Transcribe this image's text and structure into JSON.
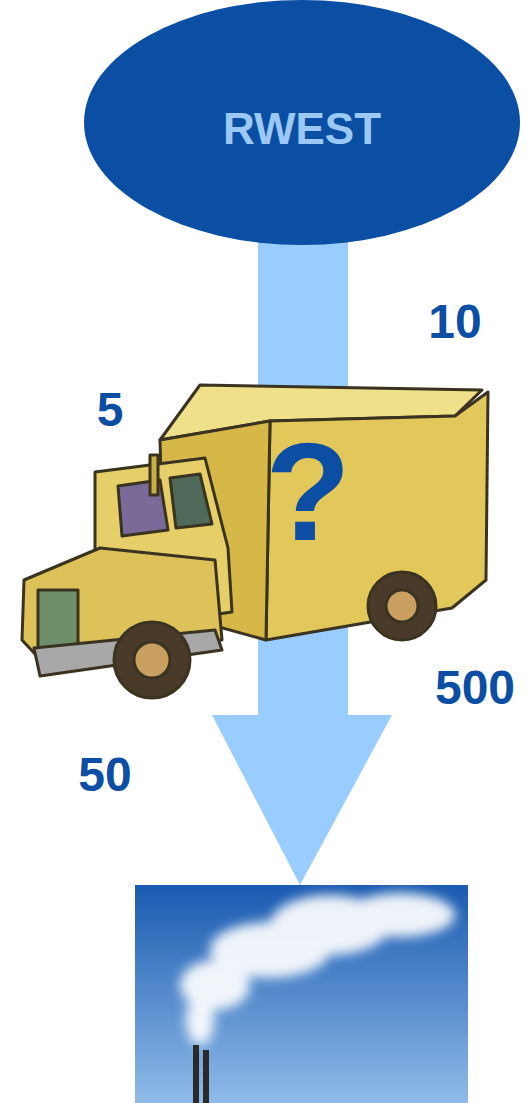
{
  "diagram": {
    "nodes": [
      {
        "text": [
          "RWEST"
        ]
      }
    ],
    "labels": [
      "10",
      "5",
      "?",
      "500",
      "50"
    ]
  }
}
